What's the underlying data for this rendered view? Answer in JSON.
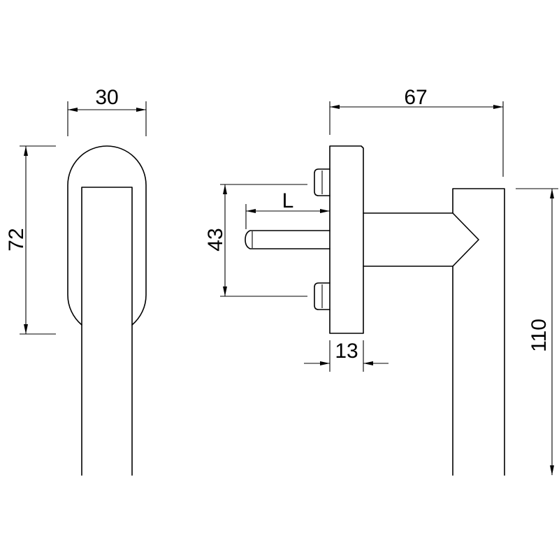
{
  "front_view": {
    "width_label": "30",
    "height_label": "72"
  },
  "side_view": {
    "projection_label": "67",
    "hole_spacing_label": "43",
    "spindle_length_label": "L",
    "plate_thickness_label": "13",
    "grip_length_label": "110"
  }
}
